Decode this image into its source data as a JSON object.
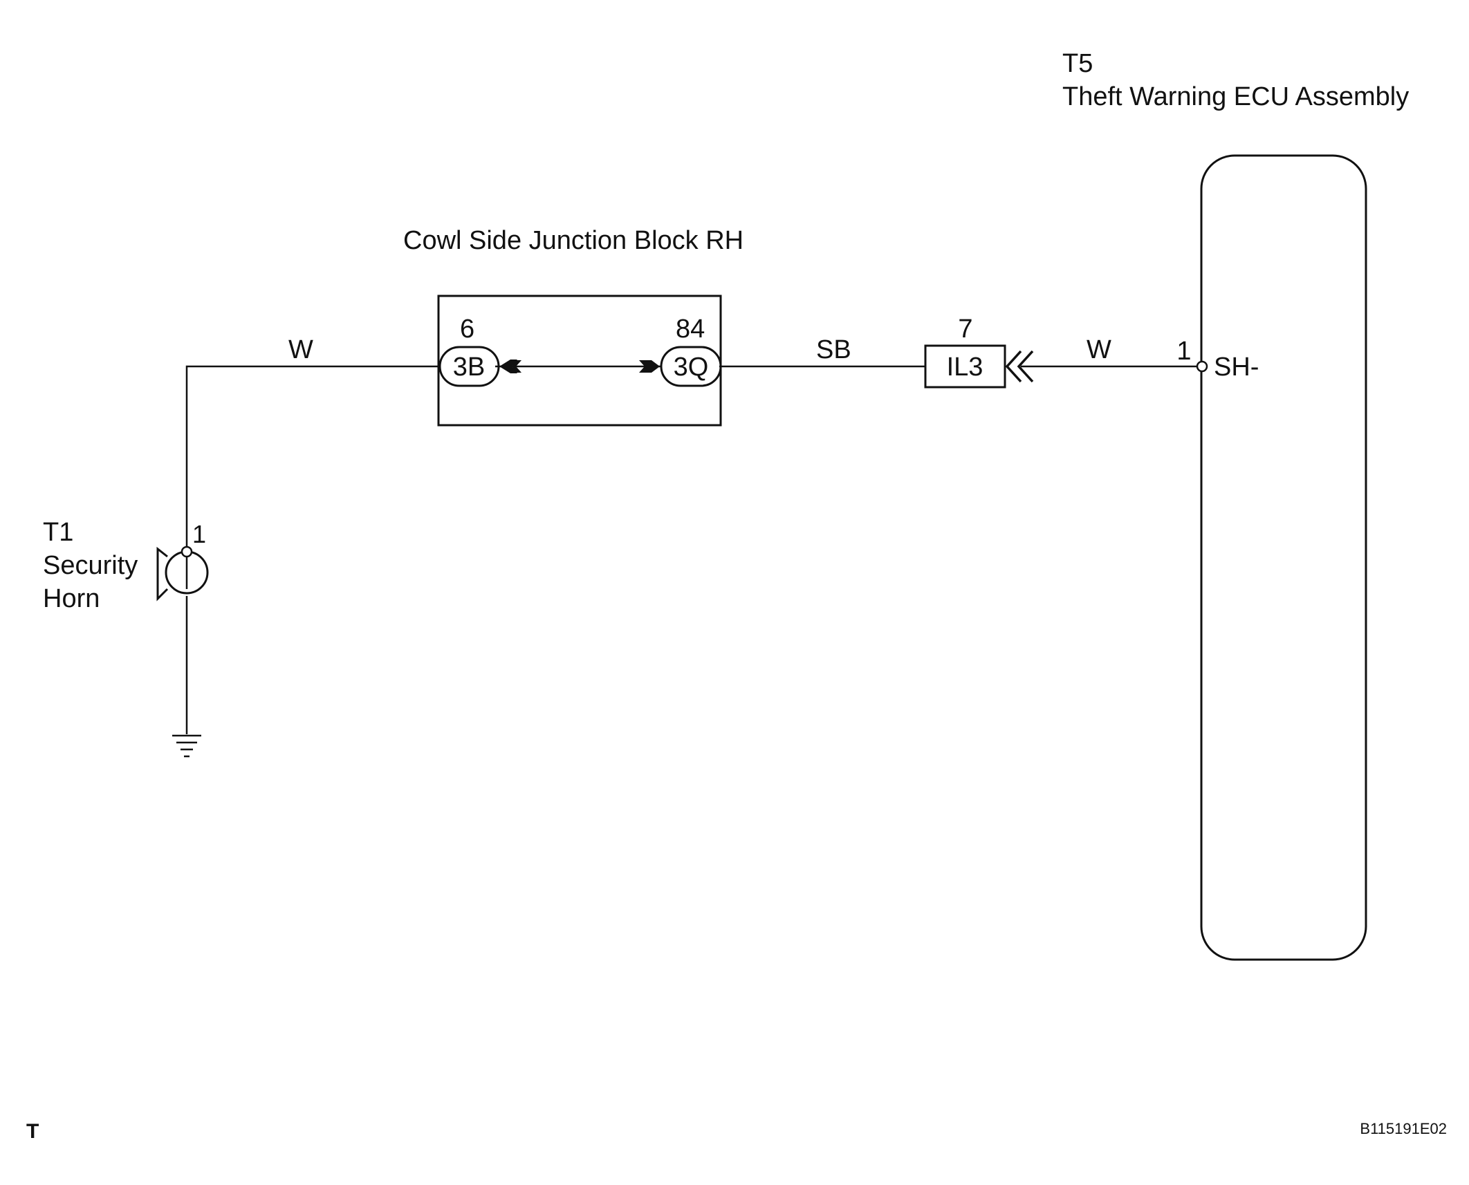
{
  "ecu": {
    "id": "T5",
    "name": "Theft Warning ECU Assembly",
    "pin_number": "1",
    "pin_name": "SH-"
  },
  "junction_block": {
    "name": "Cowl Side Junction Block RH",
    "left_connector": {
      "pin": "6",
      "code": "3B"
    },
    "right_connector": {
      "pin": "84",
      "code": "3Q"
    }
  },
  "inline_connector": {
    "pin": "7",
    "code": "IL3"
  },
  "horn": {
    "id": "T1",
    "name_line1": "Security",
    "name_line2": "Horn",
    "pin_number": "1"
  },
  "wires": {
    "horn_to_junction": "W",
    "junction_to_inline": "SB",
    "inline_to_ecu": "W"
  },
  "footer": {
    "corner_mark": "T",
    "figure_code": "B115191E02"
  },
  "colors": {
    "line": "#111111",
    "background": "#ffffff"
  }
}
